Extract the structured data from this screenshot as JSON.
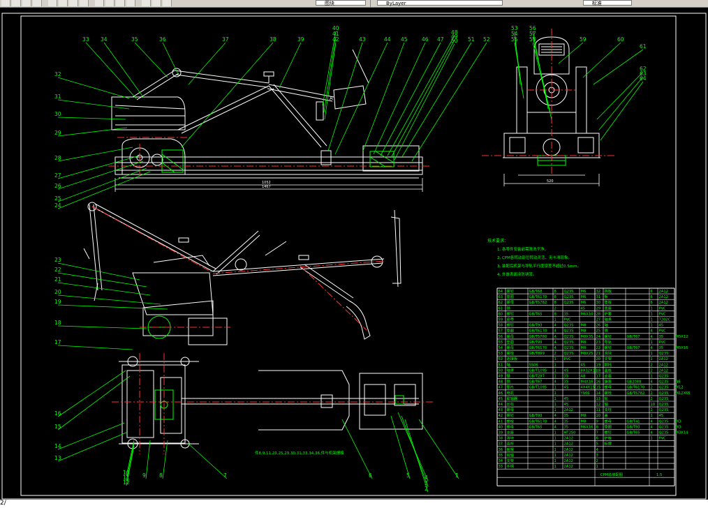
{
  "toolbar": {
    "layer_name": "图块",
    "layer_color": "ByLayer",
    "right_label": "标准",
    "icons": [
      "new-icon",
      "open-icon",
      "save-icon",
      "print-icon",
      "cut-icon",
      "copy-icon",
      "paste-icon",
      "undo-icon",
      "pan-icon",
      "zoom-icon",
      "zoom-window-icon",
      "properties-icon",
      "design-center-icon",
      "tool-palette-icon",
      "help-icon"
    ]
  },
  "drawing": {
    "balloons_top": [
      "33",
      "34",
      "35",
      "36",
      "37",
      "38",
      "39",
      "40",
      "41",
      "42",
      "43",
      "44",
      "45",
      "46",
      "47",
      "48",
      "49",
      "50",
      "51",
      "52",
      "53",
      "54",
      "55",
      "56",
      "57",
      "58",
      "59",
      "60"
    ],
    "balloons_left": [
      "32",
      "31",
      "30",
      "29",
      "28",
      "27",
      "26",
      "25",
      "24",
      "23",
      "22",
      "21",
      "20",
      "19",
      "18",
      "17",
      "16",
      "15",
      "14",
      "13",
      "12",
      "11",
      "10",
      "9",
      "8",
      "7",
      "6",
      "5",
      "4",
      "3",
      "2",
      "1"
    ],
    "balloons_right": [
      "61",
      "62",
      "63",
      "64"
    ],
    "section_mark": "A",
    "dim_total": "1467",
    "dim_sub": "1052",
    "dim_right": "520",
    "plan_note": "件8,9,11,23,25,29,30,31,33,34,36,件与机架焊接",
    "tech_title": "技术要求：",
    "tech_lines": [
      "1. 各零件安装前需清洗干净。",
      "2. CPM各转动部位转动灵活，无卡滞现象。",
      "3. 装配后机架与导轨平行度误差不超过0.5mm。",
      "4. 外露表面涂防锈漆。"
    ]
  },
  "bom": {
    "title": "CPM总装配图",
    "sheet": "1:5",
    "left_rows": [
      [
        "64",
        "螺钉",
        "GB/T68",
        "8",
        "Q235",
        "M6"
      ],
      [
        "63",
        "垫圈",
        "GB/T6170",
        "8",
        "Q235",
        "M6"
      ],
      [
        "62",
        "螺母",
        "GB/T5782",
        "8",
        "Q235",
        "M6"
      ],
      [
        "61",
        "销",
        "",
        "2",
        "",
        "45"
      ],
      [
        "60",
        "螺钉",
        "GB/T65",
        "8",
        "35",
        "M6X10"
      ],
      [
        "59",
        "皮带",
        "",
        "1",
        "PVC",
        ""
      ],
      [
        "58",
        "螺钉",
        "GB/T93",
        "4",
        "Q235",
        "M8"
      ],
      [
        "57",
        "垫圈",
        "GB/T6170",
        "4",
        "Q235",
        "M8"
      ],
      [
        "56",
        "螺母",
        "GB/T5780",
        "4",
        "Q235",
        "M8X35"
      ],
      [
        "55",
        "垫圈",
        "GB/T93",
        "4",
        "Q235",
        "M8"
      ],
      [
        "54",
        "螺母",
        "GB/T6170",
        "4",
        "Q235",
        "M8"
      ],
      [
        "53",
        "螺栓",
        "GB/T899",
        "2",
        "Q235",
        "M8X25"
      ],
      [
        "52",
        "连接板",
        "",
        "1",
        "PVC",
        ""
      ],
      [
        "51",
        "轴",
        "SS06",
        "1",
        "",
        "45"
      ],
      [
        "50",
        "轴承",
        "GB/T1095",
        "1",
        "45",
        "8X32X10"
      ],
      [
        "49",
        "键",
        "GB/T297",
        "1",
        "35",
        "A8"
      ],
      [
        "48",
        "销",
        "GB/T67",
        "4",
        "35",
        "M4X16"
      ],
      [
        "47",
        "垫片",
        "GB/T1095",
        "1",
        "45",
        "4X4X15"
      ],
      [
        "46",
        "电机",
        "",
        "1",
        "",
        "Y90S"
      ],
      [
        "45",
        "联轴器",
        "",
        "1",
        "45",
        ""
      ],
      [
        "44",
        "丝杠",
        "",
        "1",
        "45",
        ""
      ],
      [
        "43",
        "螺母",
        "",
        "1",
        "2A12",
        ""
      ],
      [
        "42",
        "螺钉",
        "GB/T93",
        "4",
        "35",
        "M8"
      ],
      [
        "41",
        "螺栓",
        "GB/T6170",
        "4",
        "35",
        "M8"
      ],
      [
        "40",
        "螺母",
        "GB/T65",
        "4",
        "35",
        "M6X16"
      ],
      [
        "39",
        "支座",
        "",
        "1",
        "HT250",
        ""
      ],
      [
        "38",
        "滑块",
        "",
        "1",
        "2A12",
        ""
      ],
      [
        "37",
        "连杆",
        "",
        "1",
        "2A12",
        ""
      ],
      [
        "36",
        "摇臂",
        "",
        "1",
        "2A12",
        ""
      ],
      [
        "35",
        "销轴",
        "",
        "1",
        "2A12",
        ""
      ],
      [
        "34",
        "支架",
        "",
        "1",
        "2A12",
        ""
      ],
      [
        "33",
        "手柄",
        "",
        "1",
        "2A12",
        ""
      ]
    ],
    "right_rows": [
      [
        "32",
        "挡板",
        "",
        "6",
        "2A12",
        ""
      ],
      [
        "31",
        "板",
        "",
        "6",
        "2A12",
        ""
      ],
      [
        "30",
        "垫板",
        "",
        "6",
        "2A12",
        ""
      ],
      [
        "29",
        "底座",
        "",
        "1",
        "PVC",
        ""
      ],
      [
        "28",
        "护套",
        "",
        "1",
        "PVC",
        ""
      ],
      [
        "27",
        "轴承",
        "",
        "1",
        "7202C",
        ""
      ],
      [
        "26",
        "轴",
        "",
        "1",
        "45",
        ""
      ],
      [
        "25",
        "销",
        "",
        "4",
        "PVC",
        ""
      ],
      [
        "24",
        "螺钉",
        "GB/T67",
        "4",
        "35",
        "M5X12"
      ],
      [
        "23",
        "导轨",
        "",
        "1",
        "PVC",
        ""
      ],
      [
        "22",
        "螺钉",
        "GB/T67",
        "4",
        "35",
        "M5X16"
      ],
      [
        "21",
        "滑块",
        "",
        "1",
        "Q235",
        ""
      ],
      [
        "20",
        "支架",
        "",
        "1",
        "2A12",
        ""
      ],
      [
        "19",
        "脚托",
        "",
        "2",
        "2A12",
        ""
      ],
      [
        "18",
        "盖板",
        "",
        "2",
        "2A12",
        ""
      ],
      [
        "17",
        "支座",
        "",
        "1",
        "Q235",
        ""
      ],
      [
        "16",
        "弹簧",
        "GB2089",
        "4",
        "Q235",
        "N6"
      ],
      [
        "15",
        "螺母",
        "GB/T6170",
        "2",
        "Q235",
        "M12"
      ],
      [
        "14",
        "螺栓",
        "GB/T5782",
        "2",
        "Q235",
        "M12X65"
      ],
      [
        "13",
        "轮",
        "",
        "2",
        "Q235",
        ""
      ],
      [
        "12",
        "轴",
        "",
        "10",
        "Q235",
        ""
      ],
      [
        "11",
        "支柱",
        "",
        "2",
        "Q235",
        ""
      ],
      [
        "10",
        "盖",
        "",
        "1",
        "45",
        ""
      ],
      [
        "9",
        "螺母",
        "GB/T41",
        "4",
        "Q235",
        "M3"
      ],
      [
        "8",
        "垫圈",
        "GB/T93",
        "4",
        "Q235",
        "M3"
      ],
      [
        "7",
        "螺钉",
        "GB/T65",
        "4",
        "Q235",
        "M3X14"
      ],
      [
        "6",
        "护板",
        "",
        "1",
        "PVC",
        ""
      ],
      [
        "5",
        "标牌",
        "",
        "",
        "",
        ""
      ],
      [
        "4",
        "",
        "",
        "",
        "",
        ""
      ],
      [
        "3",
        "",
        "",
        "",
        "",
        ""
      ],
      [
        "2",
        "",
        "",
        "",
        "",
        ""
      ],
      [
        "1",
        "",
        "",
        "",
        "",
        ""
      ]
    ]
  },
  "colors": {
    "background": "#000000",
    "drawing": "#ffffff",
    "leader": "#00ff00",
    "center": "#ff3030",
    "frame": "#ffffff",
    "hatch": "#00ff00"
  },
  "status": {
    "coord": "2/"
  }
}
